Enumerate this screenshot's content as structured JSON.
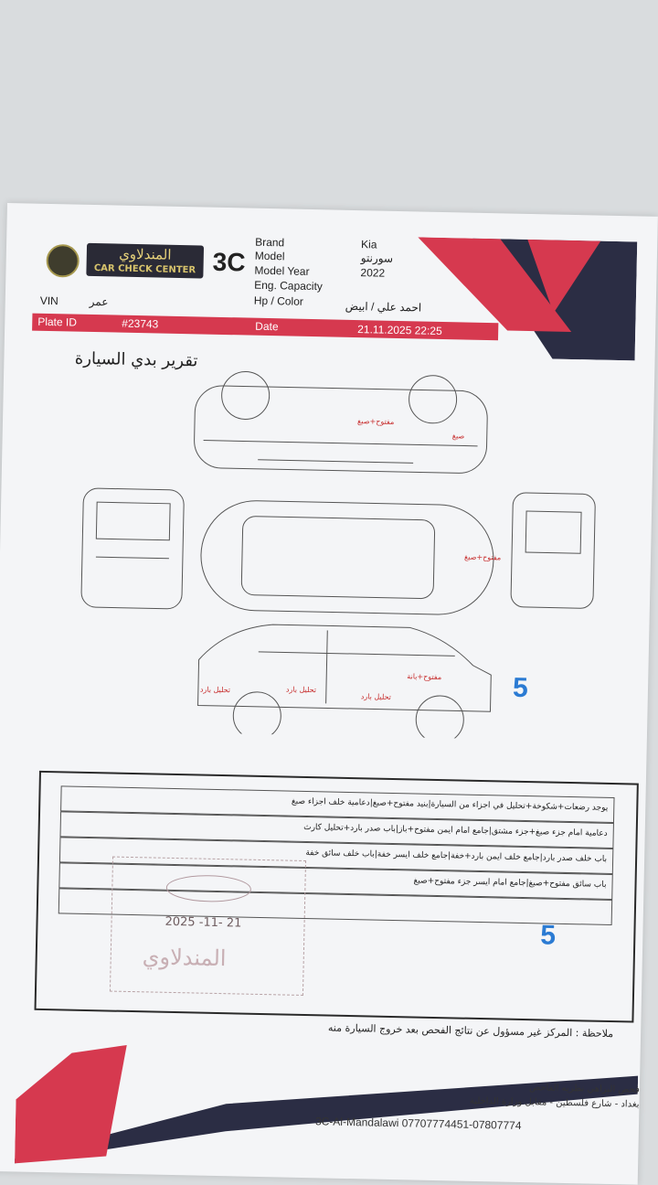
{
  "header": {
    "logo_ar": "المندلاوي",
    "logo_en": "CAR CHECK CENTER",
    "brand_mark": "3C",
    "fields": [
      {
        "label": "Brand",
        "value": "Kia"
      },
      {
        "label": "Model",
        "value": "سورنتو"
      },
      {
        "label": "Model Year",
        "value": "2022"
      },
      {
        "label": "Eng. Capacity",
        "value": ""
      },
      {
        "label": "Hp / Color",
        "value": "احمد علي / ابيض"
      }
    ],
    "vin_label": "VIN",
    "vin_value": "عمر",
    "plate_label": "Plate ID",
    "plate_value": "#23743",
    "date_label": "Date",
    "date_value": "21.11.2025 22:25"
  },
  "report_title": "تقرير بدي السيارة",
  "diagram": {
    "notes": {
      "top_view": "مفتوح+صبغ",
      "top_view_front": "صبغ",
      "side_top": "مفتوح+صبغ",
      "side_door": "مفتوح+بانة",
      "left_body": "تحليل بارد",
      "mid_body": "تحليل بارد",
      "right_body": "تحليل بارد"
    },
    "count": "5"
  },
  "findings": {
    "rows": [
      "يوجد رضعات+شكوخة+تحليل في اجزاء من السيارة|بنيد مفتوح+صبغ|دعامية خلف اجزاء صبغ",
      "دعامية امام جزء صبغ+جزء مشتق|جامع امام ايمن مفتوح+باز|باب صدر بارد+تحليل كارث",
      "باب خلف صدر بارد|جامع خلف ايمن بارد+خفة|جامع خلف ايسر خفة|باب خلف سائق خفة",
      "باب سائق مفتوح+صبغ|جامع امام ايسر جزء مفتوح+صبغ",
      ""
    ],
    "count": "5"
  },
  "stamp": {
    "date": "2025 -11- 21",
    "name": "المندلاوي"
  },
  "note": "ملاحظة : المركز غير مسؤول عن نتائج الفحص بعد خروج السيارة منه",
  "footer": {
    "line1": "فحص البراهي نظريه الفاحص",
    "line2": "بغداد - شارع فلسطين - مقابل وزارة الداخلية",
    "phone": "3C-Al-Mandalawi 07707774451-07807774"
  },
  "colors": {
    "accent": "#d6394f",
    "navy": "#2b2d44",
    "blue": "#2b7bd3"
  }
}
